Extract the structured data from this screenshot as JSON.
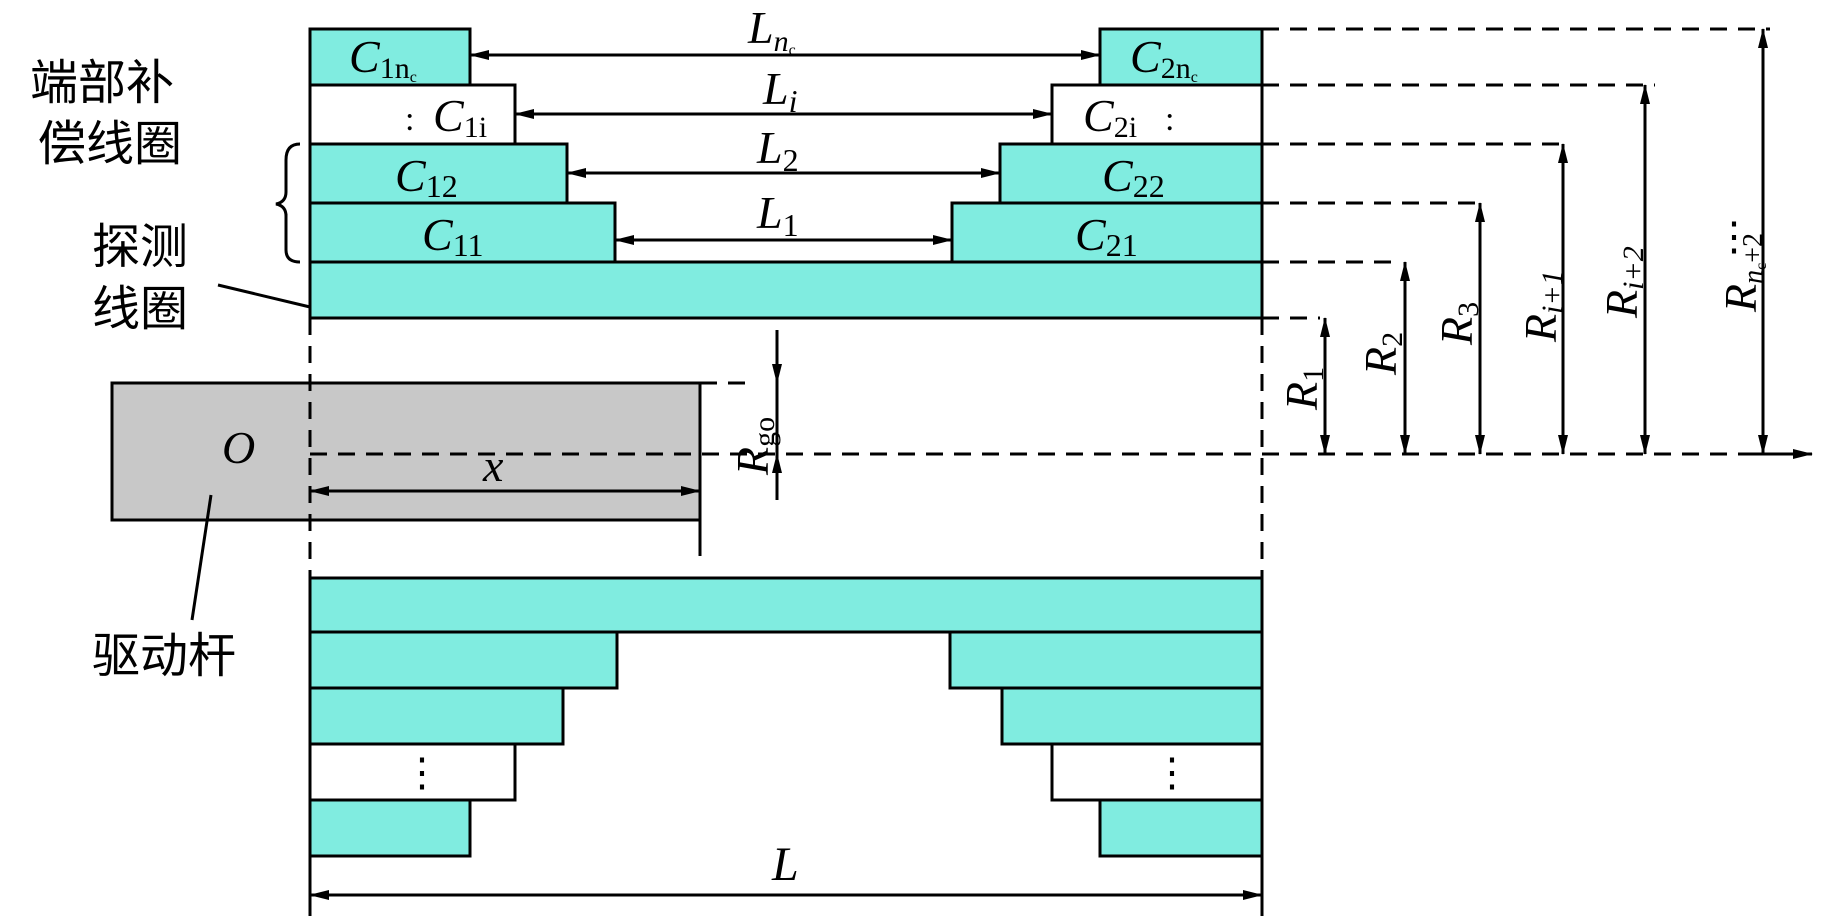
{
  "colors": {
    "coil_fill": "#80ECE0",
    "rod_fill": "#C8C8C8",
    "stroke": "#000000",
    "background": "#FFFFFF"
  },
  "labels": {
    "end_coil_line1": "端部补",
    "end_coil_line2": "偿线圈",
    "probe_line1": "探测",
    "probe_line2": "线圈",
    "drive_rod": "驱动杆",
    "origin": "O",
    "x": "x",
    "L": "L",
    "L1": "L",
    "L1_sub": "1",
    "L2": "L",
    "L2_sub": "2",
    "Li": "L",
    "Li_sub": "i",
    "Lnc": "L",
    "Lnc_sub": "n",
    "Lnc_subsub": "c",
    "C11": "C",
    "C11_sub": "11",
    "C12": "C",
    "C12_sub": "12",
    "C1i": "C",
    "C1i_sub": "1i",
    "C1nc": "C",
    "C1nc_sub": "1n",
    "C1nc_subsub": "c",
    "C21": "C",
    "C21_sub": "21",
    "C22": "C",
    "C22_sub": "22",
    "C2i": "C",
    "C2i_sub": "2i",
    "C2nc": "C",
    "C2nc_sub": "2n",
    "C2nc_subsub": "c",
    "R1": "R",
    "R1_sub": "1",
    "R2": "R",
    "R2_sub": "2",
    "R3": "R",
    "R3_sub": "3",
    "Ri1": "R",
    "Ri1_sub": "i+1",
    "Ri2": "R",
    "Ri2_sub": "i+2",
    "Rnc2": "R",
    "Rnc2_sub": "n",
    "Rnc2_subsub": "c",
    "Rnc2_tail": "+2",
    "Rgo": "R",
    "Rgo_sub": "go",
    "dots": "⋮",
    "dots_colon": ":"
  }
}
